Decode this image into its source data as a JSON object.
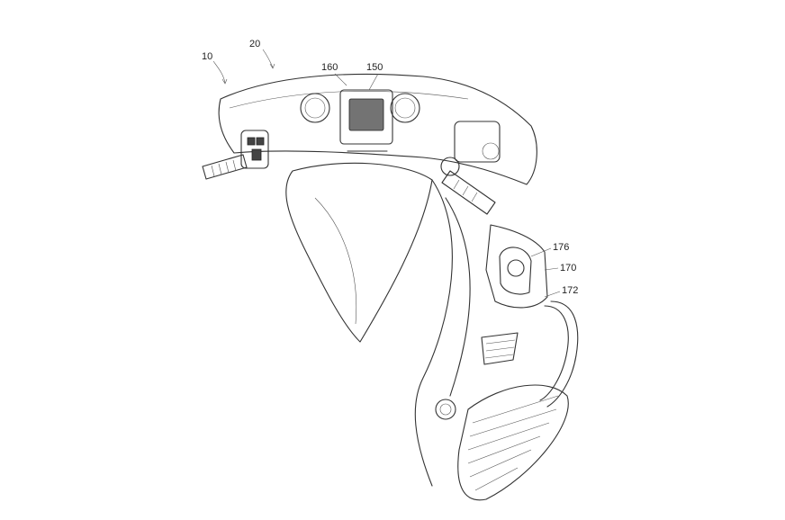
{
  "figure": {
    "reference_numerals": {
      "motorcycle": "10",
      "fairing": "20",
      "fairing_top": "160",
      "display": "150",
      "lower_panel_upper": "176",
      "lower_panel": "170",
      "lower_panel_lower": "172"
    }
  }
}
